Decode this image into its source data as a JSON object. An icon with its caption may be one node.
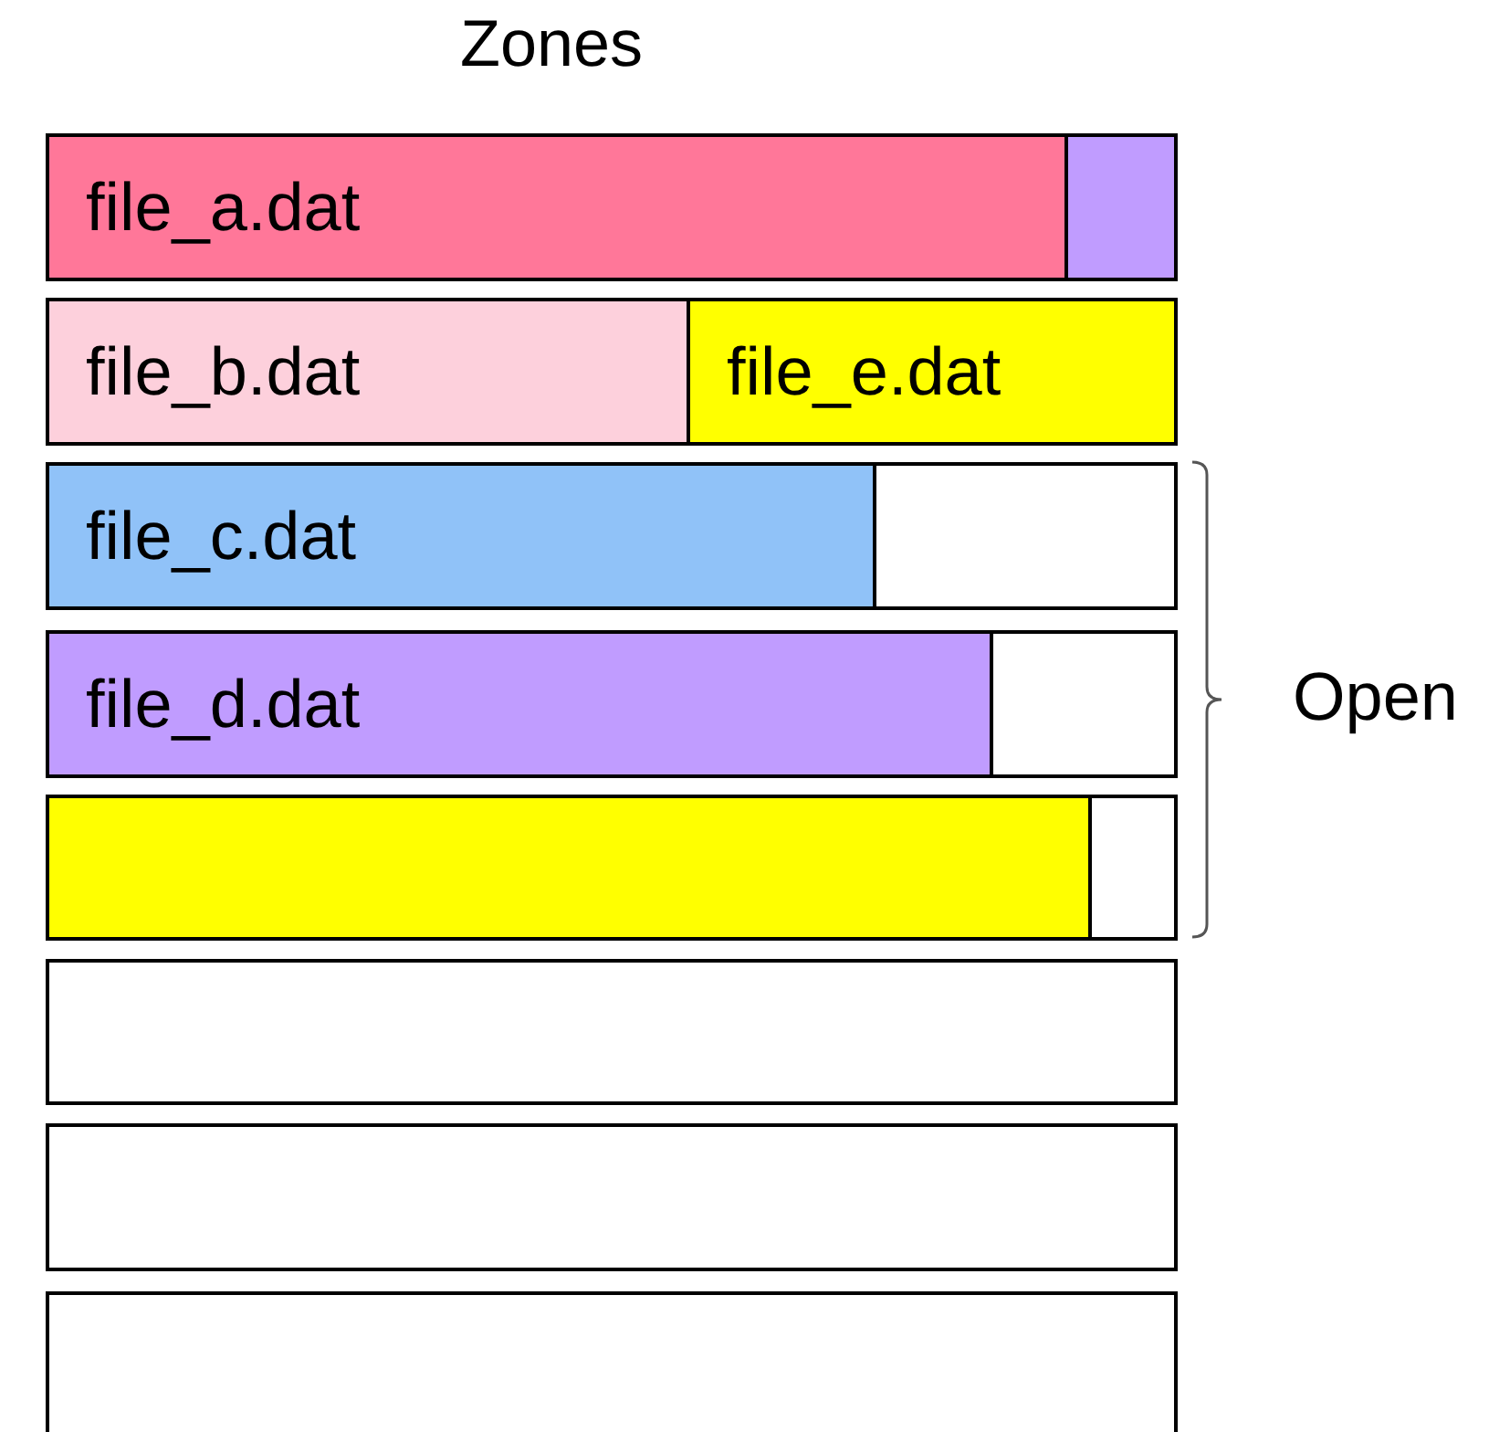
{
  "diagram": {
    "title": "Zones",
    "nodes": [
      {
        "text": [],
        "shape": "box"
      },
      {
        "text": [
          "file_a.dat"
        ],
        "in": 0
      },
      {
        "text": [],
        "shape": "bar",
        "in": 0
      },
      {
        "text": [],
        "shape": "box"
      },
      {
        "text": [
          "file_b.dat"
        ],
        "in": 3
      },
      {
        "text": [
          "file_e.dat"
        ],
        "in": 3
      },
      {
        "text": [],
        "shape": "box"
      },
      {
        "text": [
          "file_c.dat"
        ],
        "in": 6
      },
      {
        "text": [],
        "shape": "box"
      },
      {
        "text": [
          "file_d.dat"
        ],
        "in": 8
      },
      {
        "text": [],
        "shape": "box"
      },
      {
        "text": [],
        "shape": "bar",
        "in": 10
      },
      {
        "text": [],
        "shape": "box"
      },
      {
        "text": [],
        "shape": "box"
      },
      {
        "text": [],
        "shape": "box"
      }
    ],
    "labels": [
      "Open"
    ]
  }
}
